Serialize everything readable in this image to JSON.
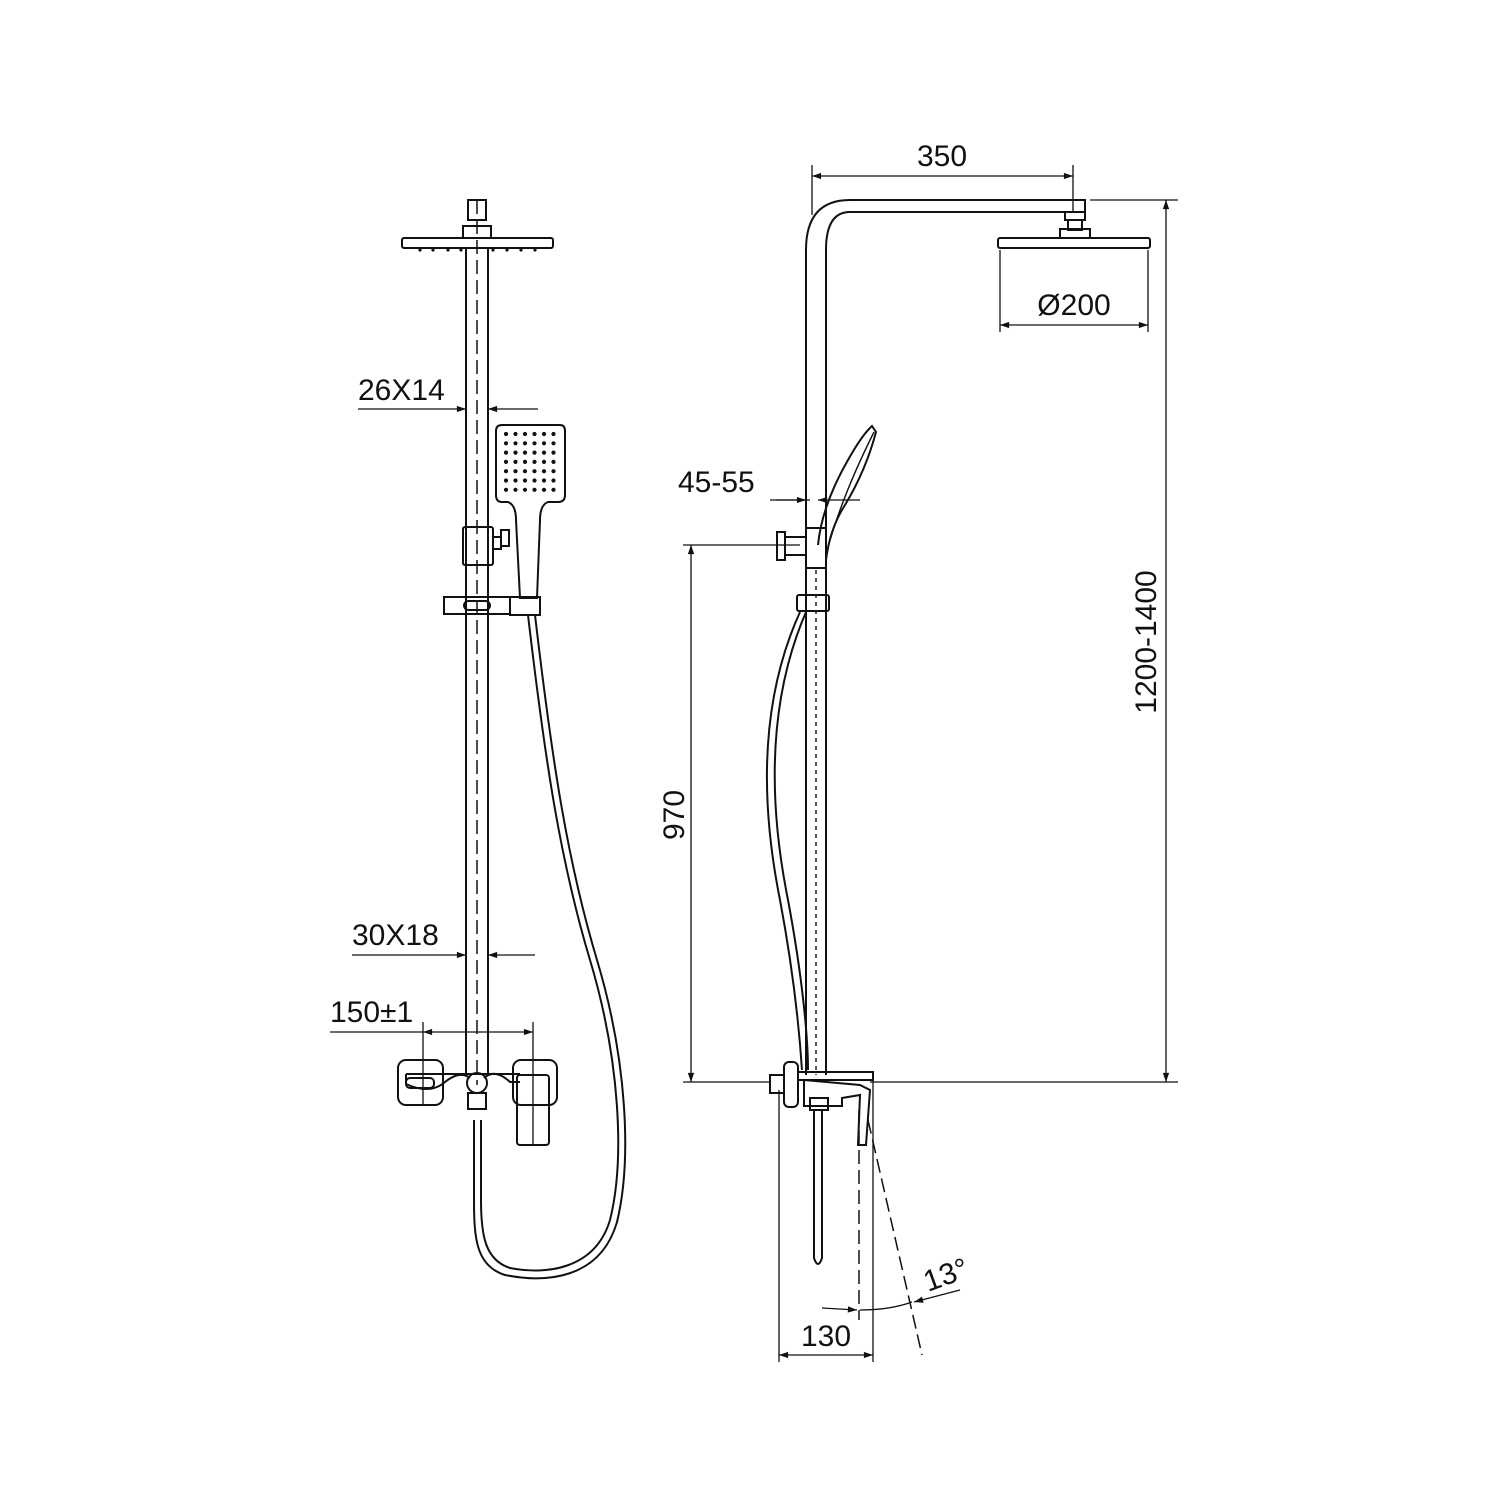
{
  "title": "Shower system dimension drawing",
  "front_view": {
    "rail_section_upper": "26X14",
    "rail_section_lower": "30X18",
    "inlet_spacing": "150±1"
  },
  "side_view": {
    "arm_projection": "350",
    "head_diameter": "Ø200",
    "holder_offset": "45-55",
    "mixer_to_holder_height": "970",
    "total_height_range": "1200-1400",
    "spout_angle": "13°",
    "mixer_projection": "130"
  },
  "colors": {
    "line": "#111111",
    "background": "#ffffff"
  }
}
